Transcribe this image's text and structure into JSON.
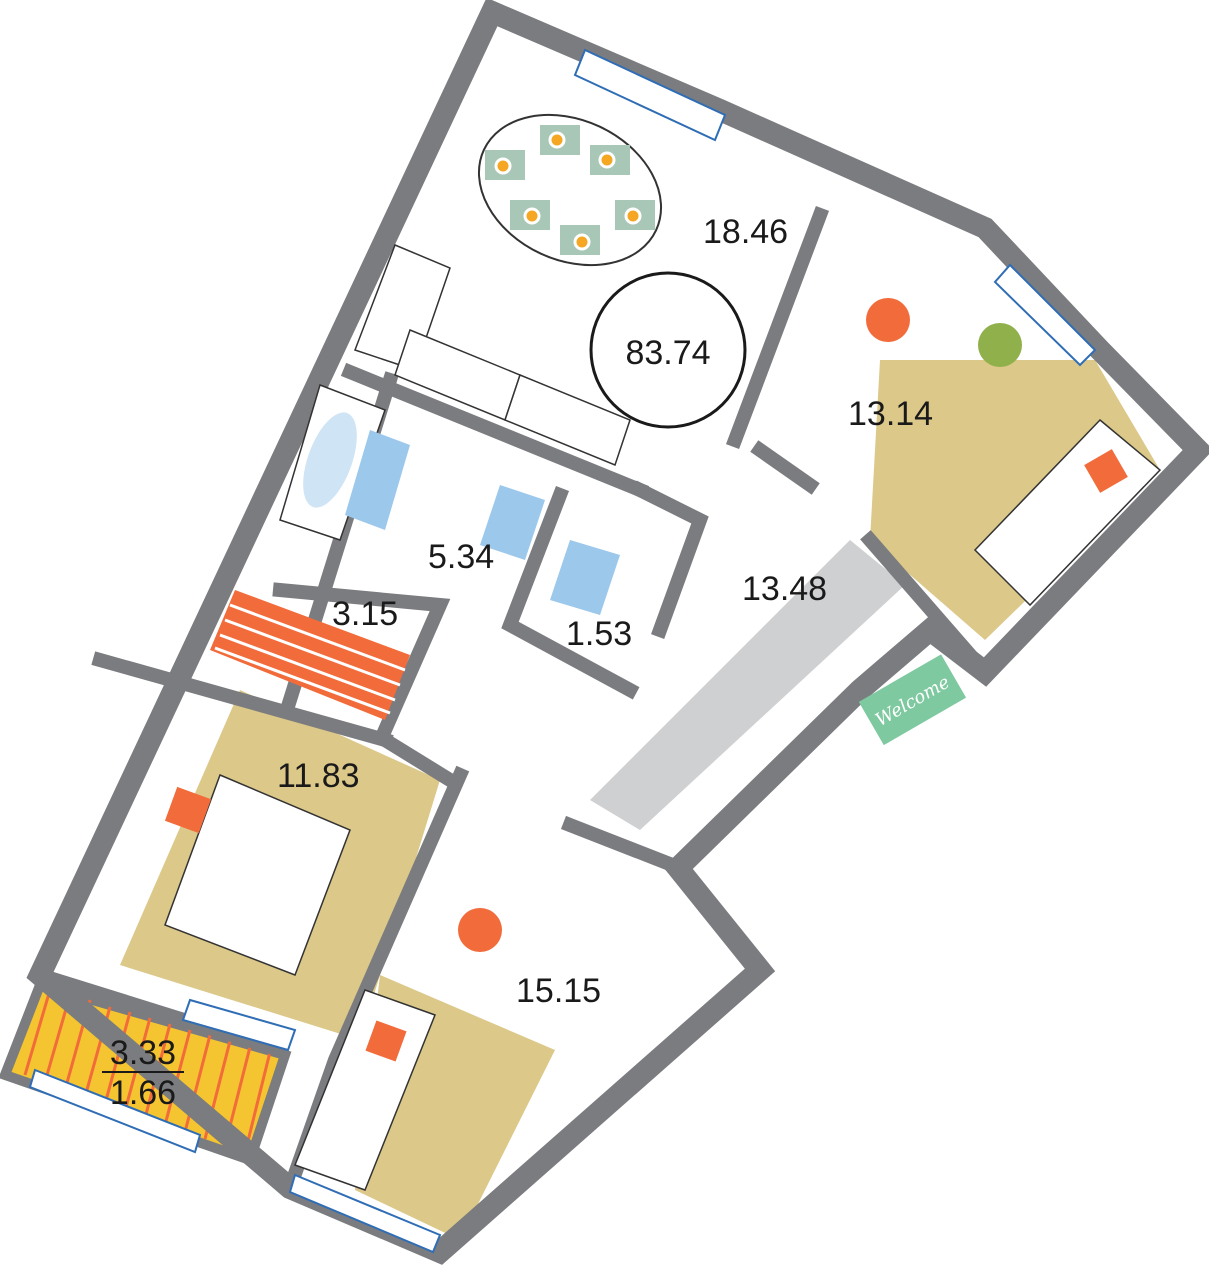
{
  "plan": {
    "total_area": "83.74",
    "rooms": {
      "kitchen_dining": "18.46",
      "bedroom_right": "13.14",
      "bathroom": "5.34",
      "storage": "3.15",
      "wc": "1.53",
      "hallway": "13.48",
      "bedroom_left": "11.83",
      "bedroom_bottom": "15.15",
      "balcony_area": "3.33",
      "balcony_reduced": "1.66"
    },
    "doormat_text": "Welcome"
  },
  "colors": {
    "wall": "#7b7c7f",
    "rug": "#dcc889",
    "accent": "#f26b3a",
    "mat": "#7ec9a0",
    "window": "#2f6db5",
    "bath_mat": "#9cc8ec"
  }
}
